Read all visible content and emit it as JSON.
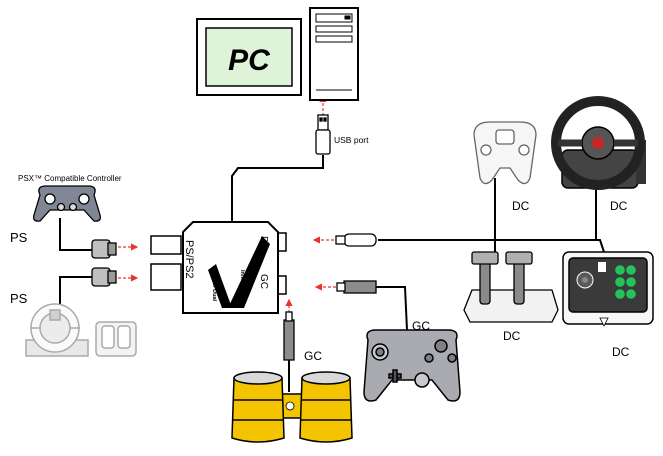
{
  "pc": {
    "screen_text": "PC",
    "port_label": "USB port"
  },
  "adapter": {
    "left_label": "PS/PS2",
    "port_dc_label": "DC",
    "port_gc_label": "GC",
    "brand": "Super Dual",
    "model": "Infinity Box"
  },
  "left_devices": {
    "controller_caption": "PSX™ Compatible Controller",
    "ps_label_1": "PS",
    "ps_label_2": "PS"
  },
  "right_devices": {
    "dc_controller_label": "DC",
    "dc_wheel_label": "DC",
    "dc_maracas_label": "DC",
    "dc_arcade_label": "DC"
  },
  "gc_devices": {
    "gc_plug_label": "GC",
    "gc_controller_label": "GC"
  },
  "colors": {
    "arrow": "#e8352c",
    "cable": "#000000",
    "screen": "#dff3d9",
    "barrel": "#f5c400"
  }
}
